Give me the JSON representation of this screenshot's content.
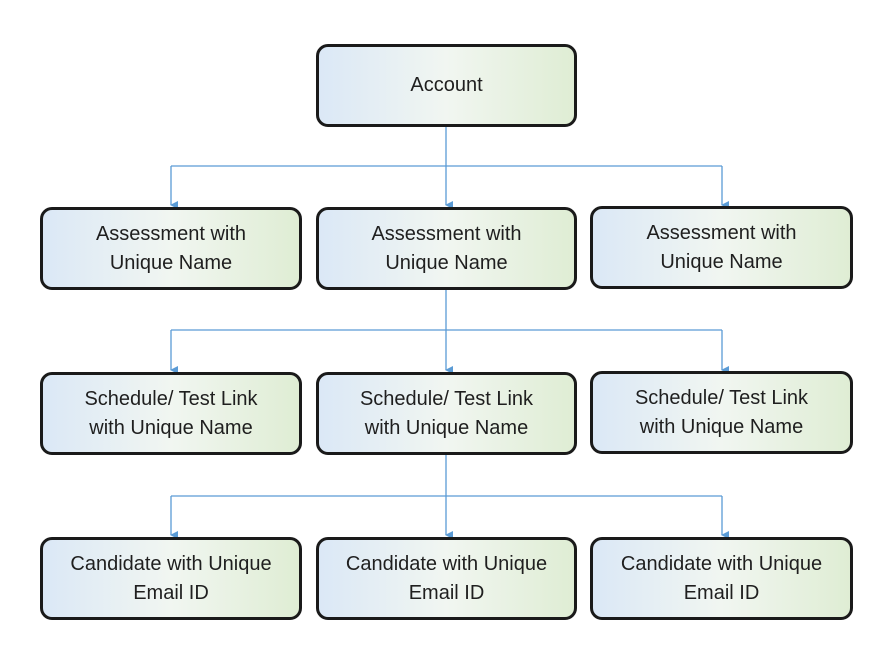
{
  "diagram": {
    "root": {
      "label": "Account"
    },
    "levels": [
      {
        "items": [
          {
            "label": "Assessment with\nUnique Name"
          },
          {
            "label": "Assessment with\nUnique Name"
          },
          {
            "label": "Assessment with\nUnique Name"
          }
        ]
      },
      {
        "items": [
          {
            "label": "Schedule/ Test Link\nwith Unique Name"
          },
          {
            "label": "Schedule/ Test Link\nwith Unique Name"
          },
          {
            "label": "Schedule/ Test Link\nwith Unique Name"
          }
        ]
      },
      {
        "items": [
          {
            "label": "Candidate with Unique\nEmail ID"
          },
          {
            "label": "Candidate with Unique\nEmail ID"
          },
          {
            "label": "Candidate with Unique\nEmail ID"
          }
        ]
      }
    ],
    "colors": {
      "connector": "#5b9bd5",
      "border": "#1a1a1a",
      "fill_left": "#dbe8f6",
      "fill_right": "#dfedd4"
    }
  }
}
